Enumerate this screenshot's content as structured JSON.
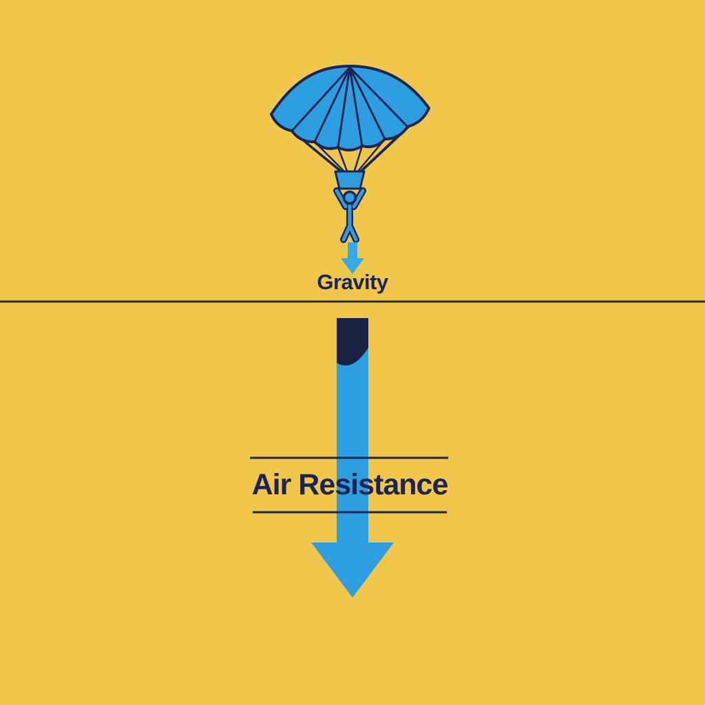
{
  "diagram": {
    "type": "physics-forces-parachute",
    "labels": {
      "gravity": "Gravity",
      "air_resistance": "Air Resistance"
    },
    "colors": {
      "background": "#F0C64B",
      "blue": "#2D9FE0",
      "arrow_blue": "#35A9EA",
      "navy": "#1B2553",
      "dark_segment": "#1A2145",
      "line": "#2A2A32"
    }
  }
}
